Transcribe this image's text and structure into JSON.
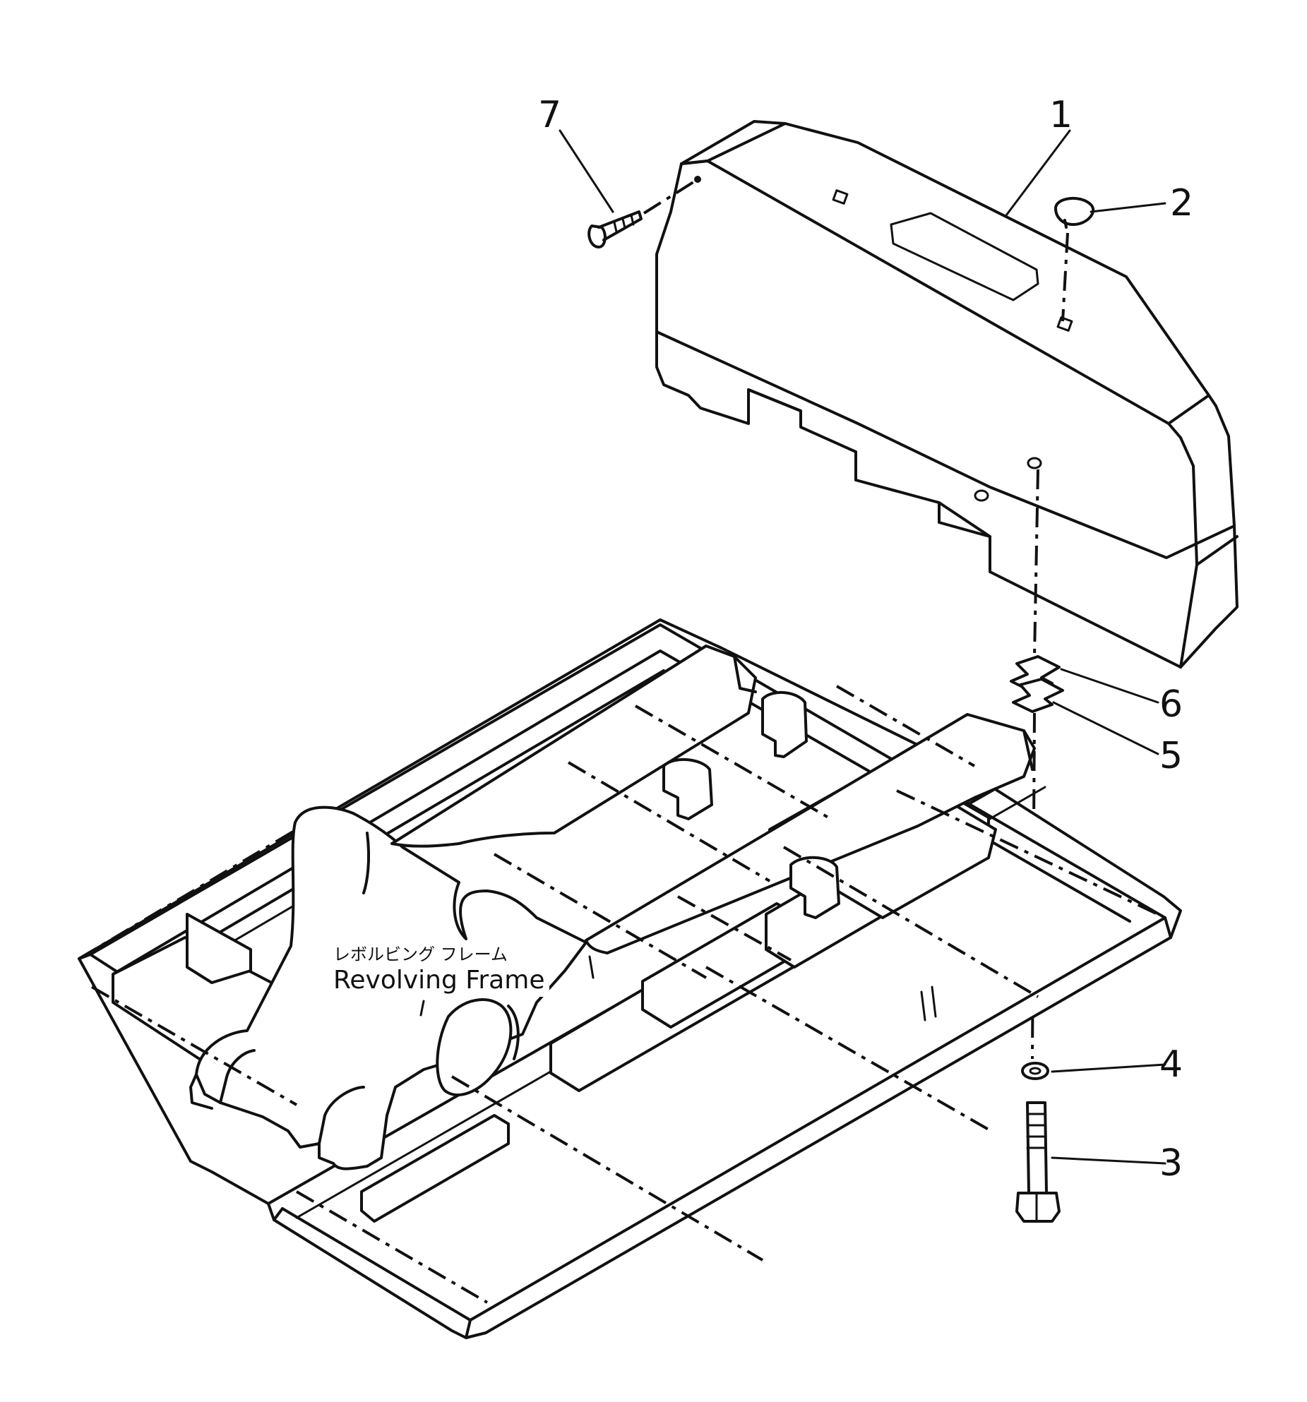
{
  "callouts": [
    {
      "id": "1",
      "text": "1"
    },
    {
      "id": "2",
      "text": "2"
    },
    {
      "id": "3",
      "text": "3"
    },
    {
      "id": "4",
      "text": "4"
    },
    {
      "id": "5",
      "text": "5"
    },
    {
      "id": "6",
      "text": "6"
    },
    {
      "id": "7",
      "text": "7"
    }
  ],
  "frame_label": {
    "japanese": "レボルビング フレーム",
    "english": "Revolving Frame"
  }
}
